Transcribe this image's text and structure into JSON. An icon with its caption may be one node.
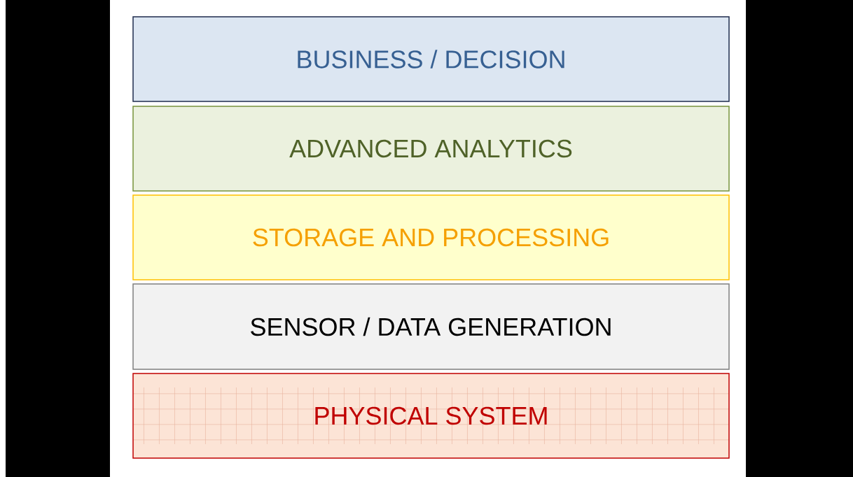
{
  "diagram": {
    "nodes": [
      {
        "text": [
          "BUSINESS / DECISION"
        ]
      },
      {
        "text": [
          "ADVANCED ANALYTICS"
        ]
      },
      {
        "text": [
          "STORAGE AND PROCESSING"
        ]
      },
      {
        "text": [
          "SENSOR / DATA GENERATION"
        ]
      },
      {
        "text": [
          "PHYSICAL SYSTEM"
        ]
      }
    ]
  }
}
